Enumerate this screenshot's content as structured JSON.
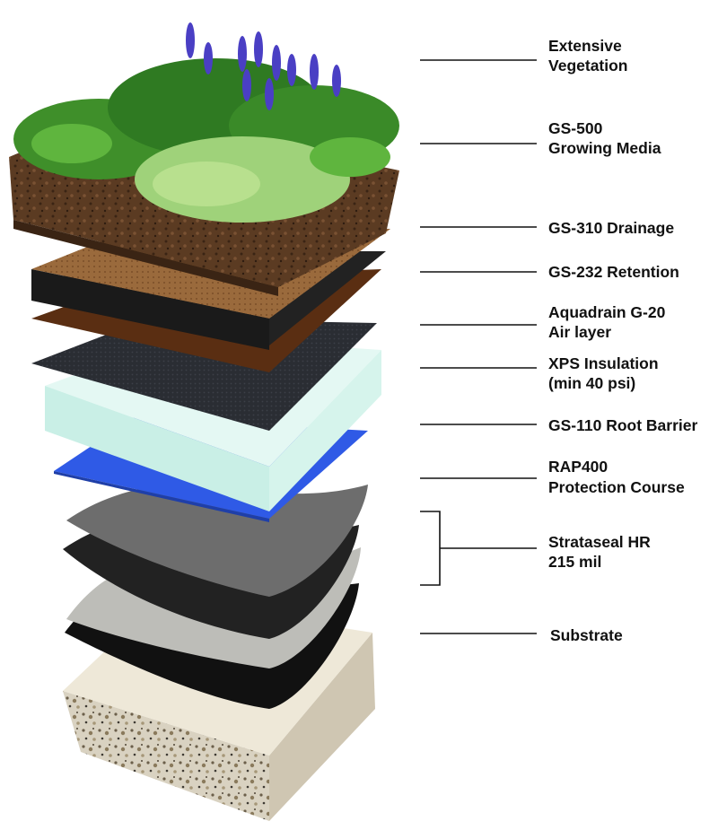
{
  "labels": {
    "vegetation": [
      "Extensive",
      "Vegetation"
    ],
    "growing_media": [
      "GS-500",
      "Growing Media"
    ],
    "drainage": [
      "GS-310 Drainage"
    ],
    "retention": [
      "GS-232 Retention"
    ],
    "air_layer": [
      "Aquadrain G-20",
      "Air layer"
    ],
    "insulation": [
      "XPS Insulation",
      "(min 40 psi)"
    ],
    "root_barrier": [
      "GS-110 Root Barrier"
    ],
    "protection": [
      "RAP400",
      "Protection Course"
    ],
    "membrane": [
      "Strataseal HR",
      "215 mil"
    ],
    "substrate": [
      "Substrate"
    ]
  },
  "colors": {
    "vegetation_green": "#3f8f2a",
    "flower_blue": "#4a3fc4",
    "soil_brown": "#5a3a22",
    "drainage_brown": "#8a5a30",
    "retention_dark": "#2a2a2a",
    "air_layer_brown": "#5a2e12",
    "insulation_mint": "#d8f5ee",
    "root_barrier_blue": "#2f5de8",
    "protection_gray": "#6e6e6e",
    "membrane_black": "#1c1c1c",
    "substrate_speckle": "#c9c0ad"
  }
}
